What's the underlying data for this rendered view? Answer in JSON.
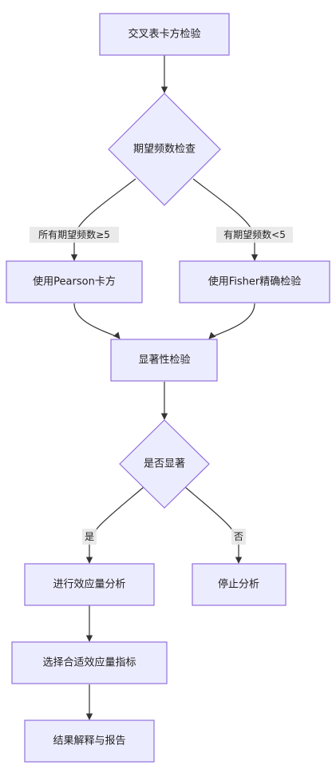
{
  "diagram": {
    "nodes": {
      "crosstab_chi_test": "交叉表卡方检验",
      "expected_freq_check": "期望频数检查",
      "pearson_chi": "使用Pearson卡方",
      "fisher_exact": "使用Fisher精确检验",
      "significance_test": "显著性检验",
      "is_significant": "是否显著",
      "effect_size_analysis": "进行效应量分析",
      "stop_analysis": "停止分析",
      "choose_effect_metric": "选择合适效应量指标",
      "interpret_report": "结果解释与报告"
    },
    "edge_labels": {
      "all_expected_ge5": "所有期望频数≥5",
      "some_expected_lt5": "有期望频数<5",
      "yes": "是",
      "no": "否"
    },
    "colors": {
      "node_fill": "#ececff",
      "node_stroke": "#9370db",
      "edge": "#333333",
      "label_bg": "#e8e8e8"
    }
  }
}
